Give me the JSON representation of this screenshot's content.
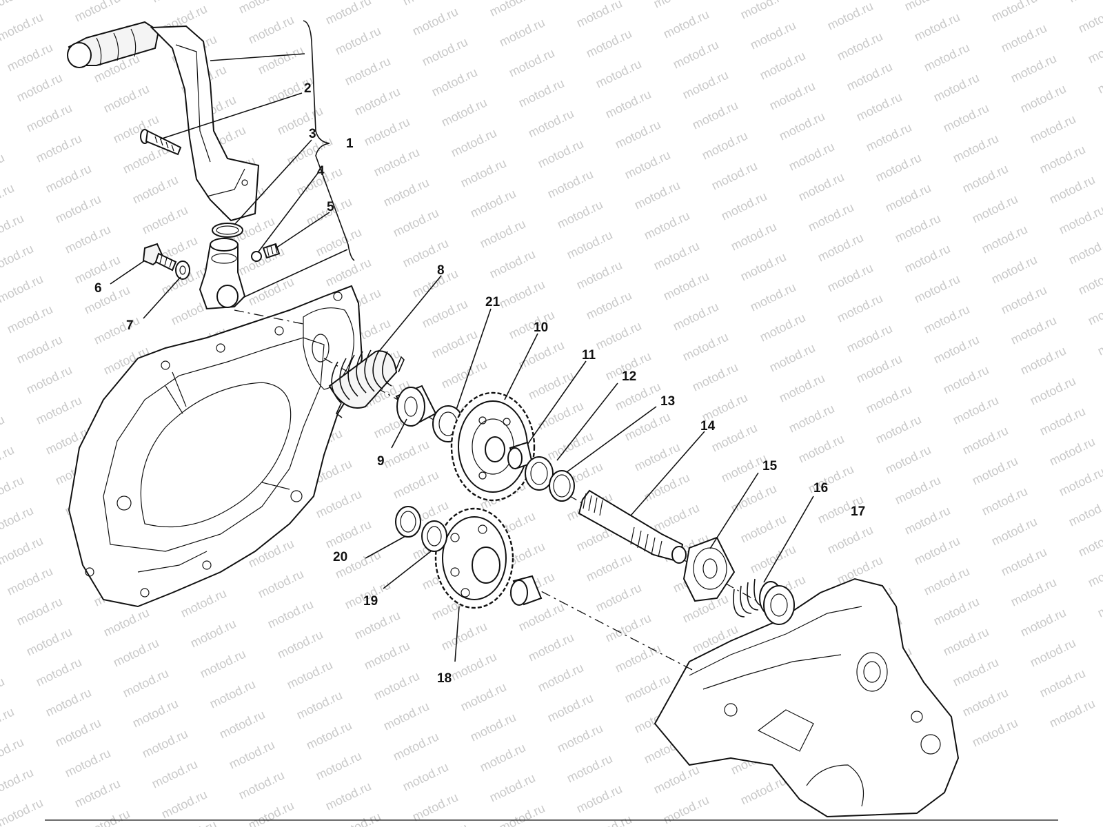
{
  "diagram": {
    "watermark_text": "motod.ru",
    "callouts": [
      "1",
      "2",
      "3",
      "4",
      "5",
      "6",
      "7",
      "8",
      "9",
      "10",
      "11",
      "12",
      "13",
      "14",
      "15",
      "16",
      "17",
      "18",
      "19",
      "20",
      "21"
    ]
  }
}
